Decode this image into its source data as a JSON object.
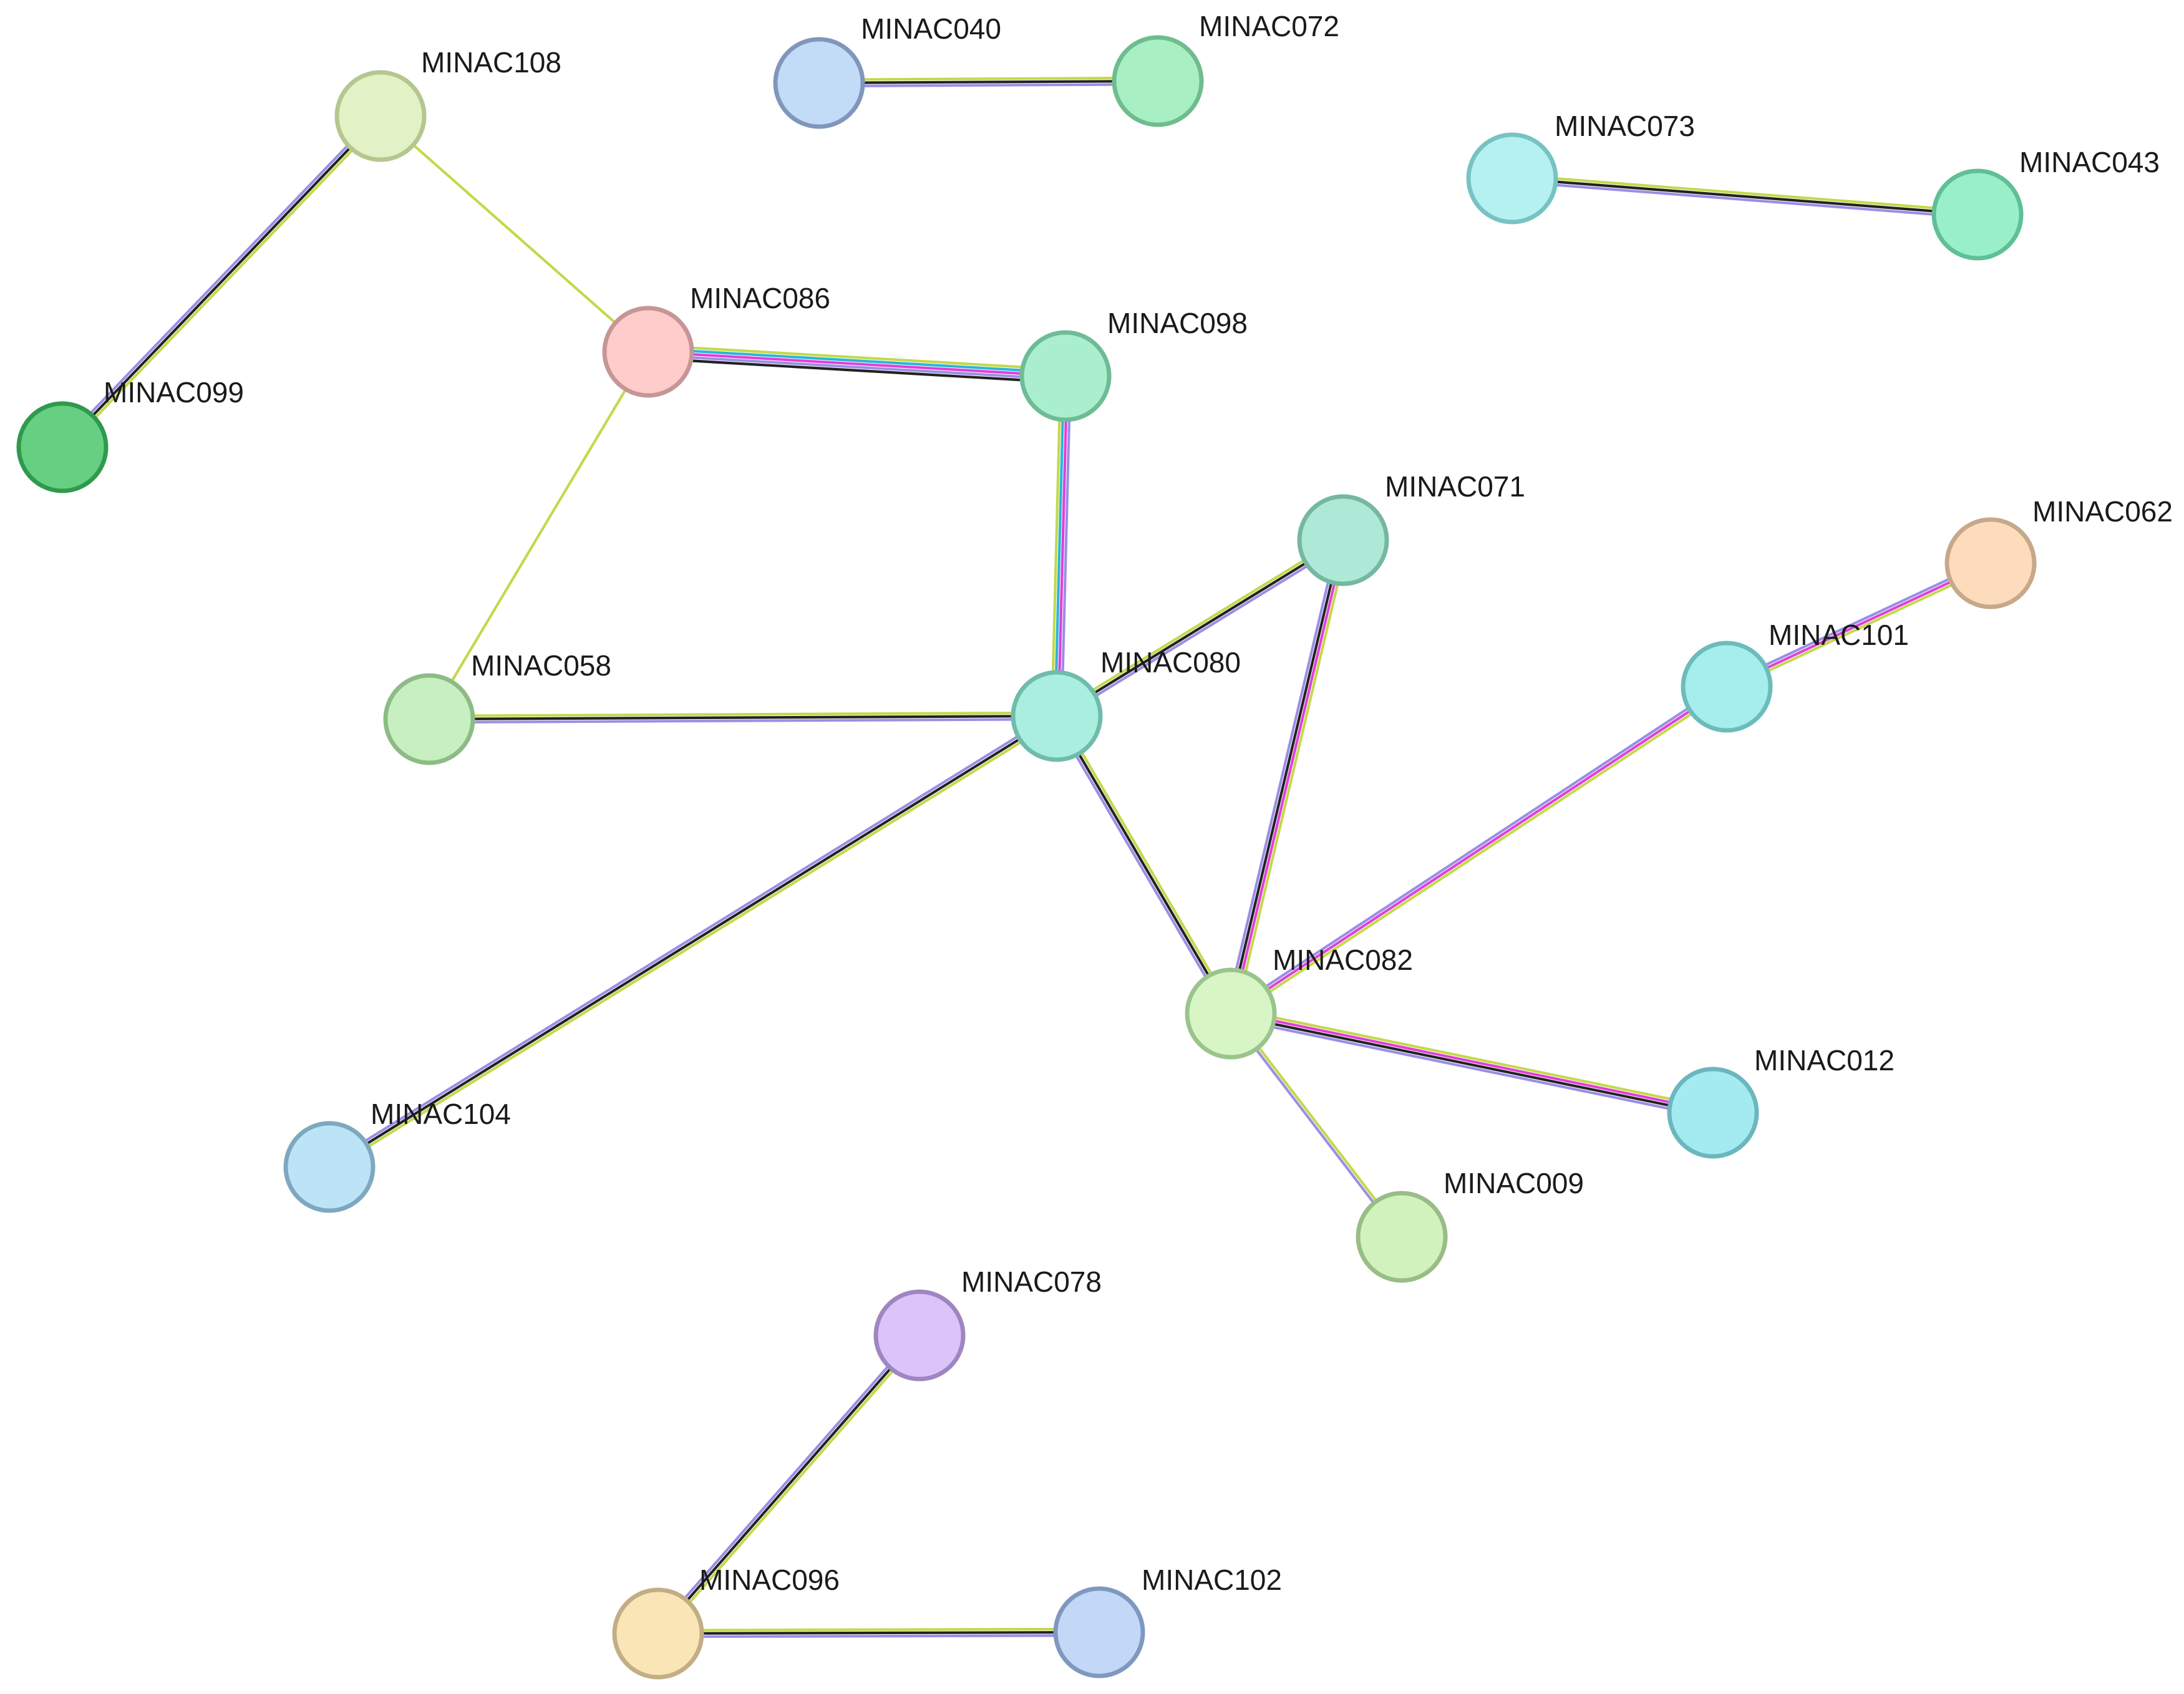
{
  "network": {
    "evidence_colors": {
      "a": "#c3d94a",
      "b": "#222222",
      "c": "#9a8ee6",
      "d": "#e040d8",
      "e": "#2bb5d8"
    },
    "nodes": [
      {
        "id": "MINAC108",
        "label": "MINAC108",
        "fill": "#e3f2c6",
        "stroke": "#b4c78e"
      },
      {
        "id": "MINAC099",
        "label": "MINAC099",
        "fill": "#66cf82",
        "stroke": "#2f9a4e"
      },
      {
        "id": "MINAC040",
        "label": "MINAC040",
        "fill": "#c2dcf7",
        "stroke": "#8096bb"
      },
      {
        "id": "MINAC072",
        "label": "MINAC072",
        "fill": "#a9efc4",
        "stroke": "#6fbc8e"
      },
      {
        "id": "MINAC073",
        "label": "MINAC073",
        "fill": "#b4f1f0",
        "stroke": "#78c2c3"
      },
      {
        "id": "MINAC043",
        "label": "MINAC043",
        "fill": "#99f0c8",
        "stroke": "#5fbf96"
      },
      {
        "id": "MINAC086",
        "label": "MINAC086",
        "fill": "#ffcccc",
        "stroke": "#c69696"
      },
      {
        "id": "MINAC098",
        "label": "MINAC098",
        "fill": "#aaefcd",
        "stroke": "#6ebc95"
      },
      {
        "id": "MINAC071",
        "label": "MINAC071",
        "fill": "#ade9d6",
        "stroke": "#75b7a1"
      },
      {
        "id": "MINAC062",
        "label": "MINAC062",
        "fill": "#fddcbe",
        "stroke": "#c6a88a"
      },
      {
        "id": "MINAC058",
        "label": "MINAC058",
        "fill": "#c8efc0",
        "stroke": "#8dbb85"
      },
      {
        "id": "MINAC080",
        "label": "MINAC080",
        "fill": "#a9eedf",
        "stroke": "#6fbcad"
      },
      {
        "id": "MINAC101",
        "label": "MINAC101",
        "fill": "#a6eded",
        "stroke": "#6cbcbc"
      },
      {
        "id": "MINAC082",
        "label": "MINAC082",
        "fill": "#d7f5c5",
        "stroke": "#9ac48c"
      },
      {
        "id": "MINAC012",
        "label": "MINAC012",
        "fill": "#a4ebf1",
        "stroke": "#6bb7bd"
      },
      {
        "id": "MINAC104",
        "label": "MINAC104",
        "fill": "#bce3f6",
        "stroke": "#7ea8be"
      },
      {
        "id": "MINAC009",
        "label": "MINAC009",
        "fill": "#d2f2bd",
        "stroke": "#98bd86"
      },
      {
        "id": "MINAC078",
        "label": "MINAC078",
        "fill": "#dcc4f8",
        "stroke": "#9e86c2"
      },
      {
        "id": "MINAC096",
        "label": "MINAC096",
        "fill": "#fae5b7",
        "stroke": "#c2ae84"
      },
      {
        "id": "MINAC102",
        "label": "MINAC102",
        "fill": "#c2d8f6",
        "stroke": "#7f98c0"
      }
    ],
    "edges": [
      {
        "source": "MINAC108",
        "target": "MINAC099",
        "evidence": [
          "a",
          "b",
          "c"
        ]
      },
      {
        "source": "MINAC108",
        "target": "MINAC086",
        "evidence": [
          "a"
        ]
      },
      {
        "source": "MINAC040",
        "target": "MINAC072",
        "evidence": [
          "a",
          "b",
          "c"
        ]
      },
      {
        "source": "MINAC073",
        "target": "MINAC043",
        "evidence": [
          "a",
          "b",
          "c"
        ]
      },
      {
        "source": "MINAC086",
        "target": "MINAC098",
        "evidence": [
          "a",
          "e",
          "d",
          "c",
          "b"
        ]
      },
      {
        "source": "MINAC086",
        "target": "MINAC058",
        "evidence": [
          "a"
        ]
      },
      {
        "source": "MINAC098",
        "target": "MINAC080",
        "evidence": [
          "c",
          "d",
          "e",
          "a"
        ]
      },
      {
        "source": "MINAC058",
        "target": "MINAC080",
        "evidence": [
          "a",
          "b",
          "c"
        ]
      },
      {
        "source": "MINAC080",
        "target": "MINAC071",
        "evidence": [
          "a",
          "b",
          "c"
        ]
      },
      {
        "source": "MINAC080",
        "target": "MINAC104",
        "evidence": [
          "a",
          "b",
          "c"
        ]
      },
      {
        "source": "MINAC080",
        "target": "MINAC082",
        "evidence": [
          "a",
          "b",
          "c"
        ]
      },
      {
        "source": "MINAC071",
        "target": "MINAC082",
        "evidence": [
          "a",
          "d",
          "b",
          "c"
        ]
      },
      {
        "source": "MINAC062",
        "target": "MINAC101",
        "evidence": [
          "a",
          "d",
          "c"
        ]
      },
      {
        "source": "MINAC101",
        "target": "MINAC082",
        "evidence": [
          "a",
          "d",
          "c"
        ]
      },
      {
        "source": "MINAC082",
        "target": "MINAC012",
        "evidence": [
          "a",
          "d",
          "b",
          "c"
        ]
      },
      {
        "source": "MINAC082",
        "target": "MINAC009",
        "evidence": [
          "a",
          "c"
        ]
      },
      {
        "source": "MINAC078",
        "target": "MINAC096",
        "evidence": [
          "a",
          "b",
          "c"
        ]
      },
      {
        "source": "MINAC096",
        "target": "MINAC102",
        "evidence": [
          "a",
          "b",
          "c"
        ]
      }
    ]
  }
}
